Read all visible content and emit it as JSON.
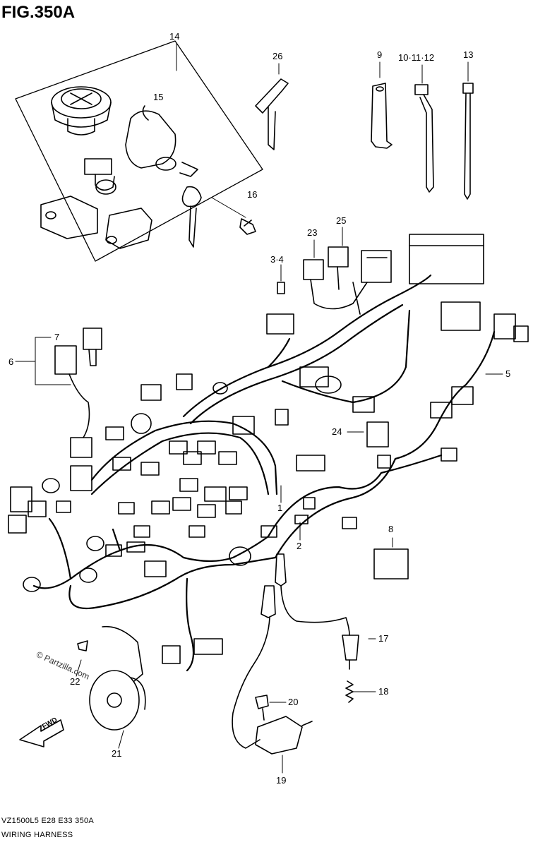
{
  "figure_title": "FIG.350A",
  "callouts": {
    "c14": "14",
    "c15": "15",
    "c16": "16",
    "c26": "26",
    "c9": "9",
    "c10_11_12": "10·11·12",
    "c13": "13",
    "c23": "23",
    "c25": "25",
    "c3_4": "3·4",
    "c7": "7",
    "c6": "6",
    "c5": "5",
    "c24": "24",
    "c1": "1",
    "c2": "2",
    "c8": "8",
    "c17": "17",
    "c18": "18",
    "c20": "20",
    "c22": "22",
    "c21": "21",
    "c19": "19"
  },
  "watermark": "© Partzilla.com",
  "fwd_label": "FWD",
  "footer": {
    "model_code": "VZ1500L5  E28  E33  350A",
    "caption": "WIRING HARNESS"
  }
}
